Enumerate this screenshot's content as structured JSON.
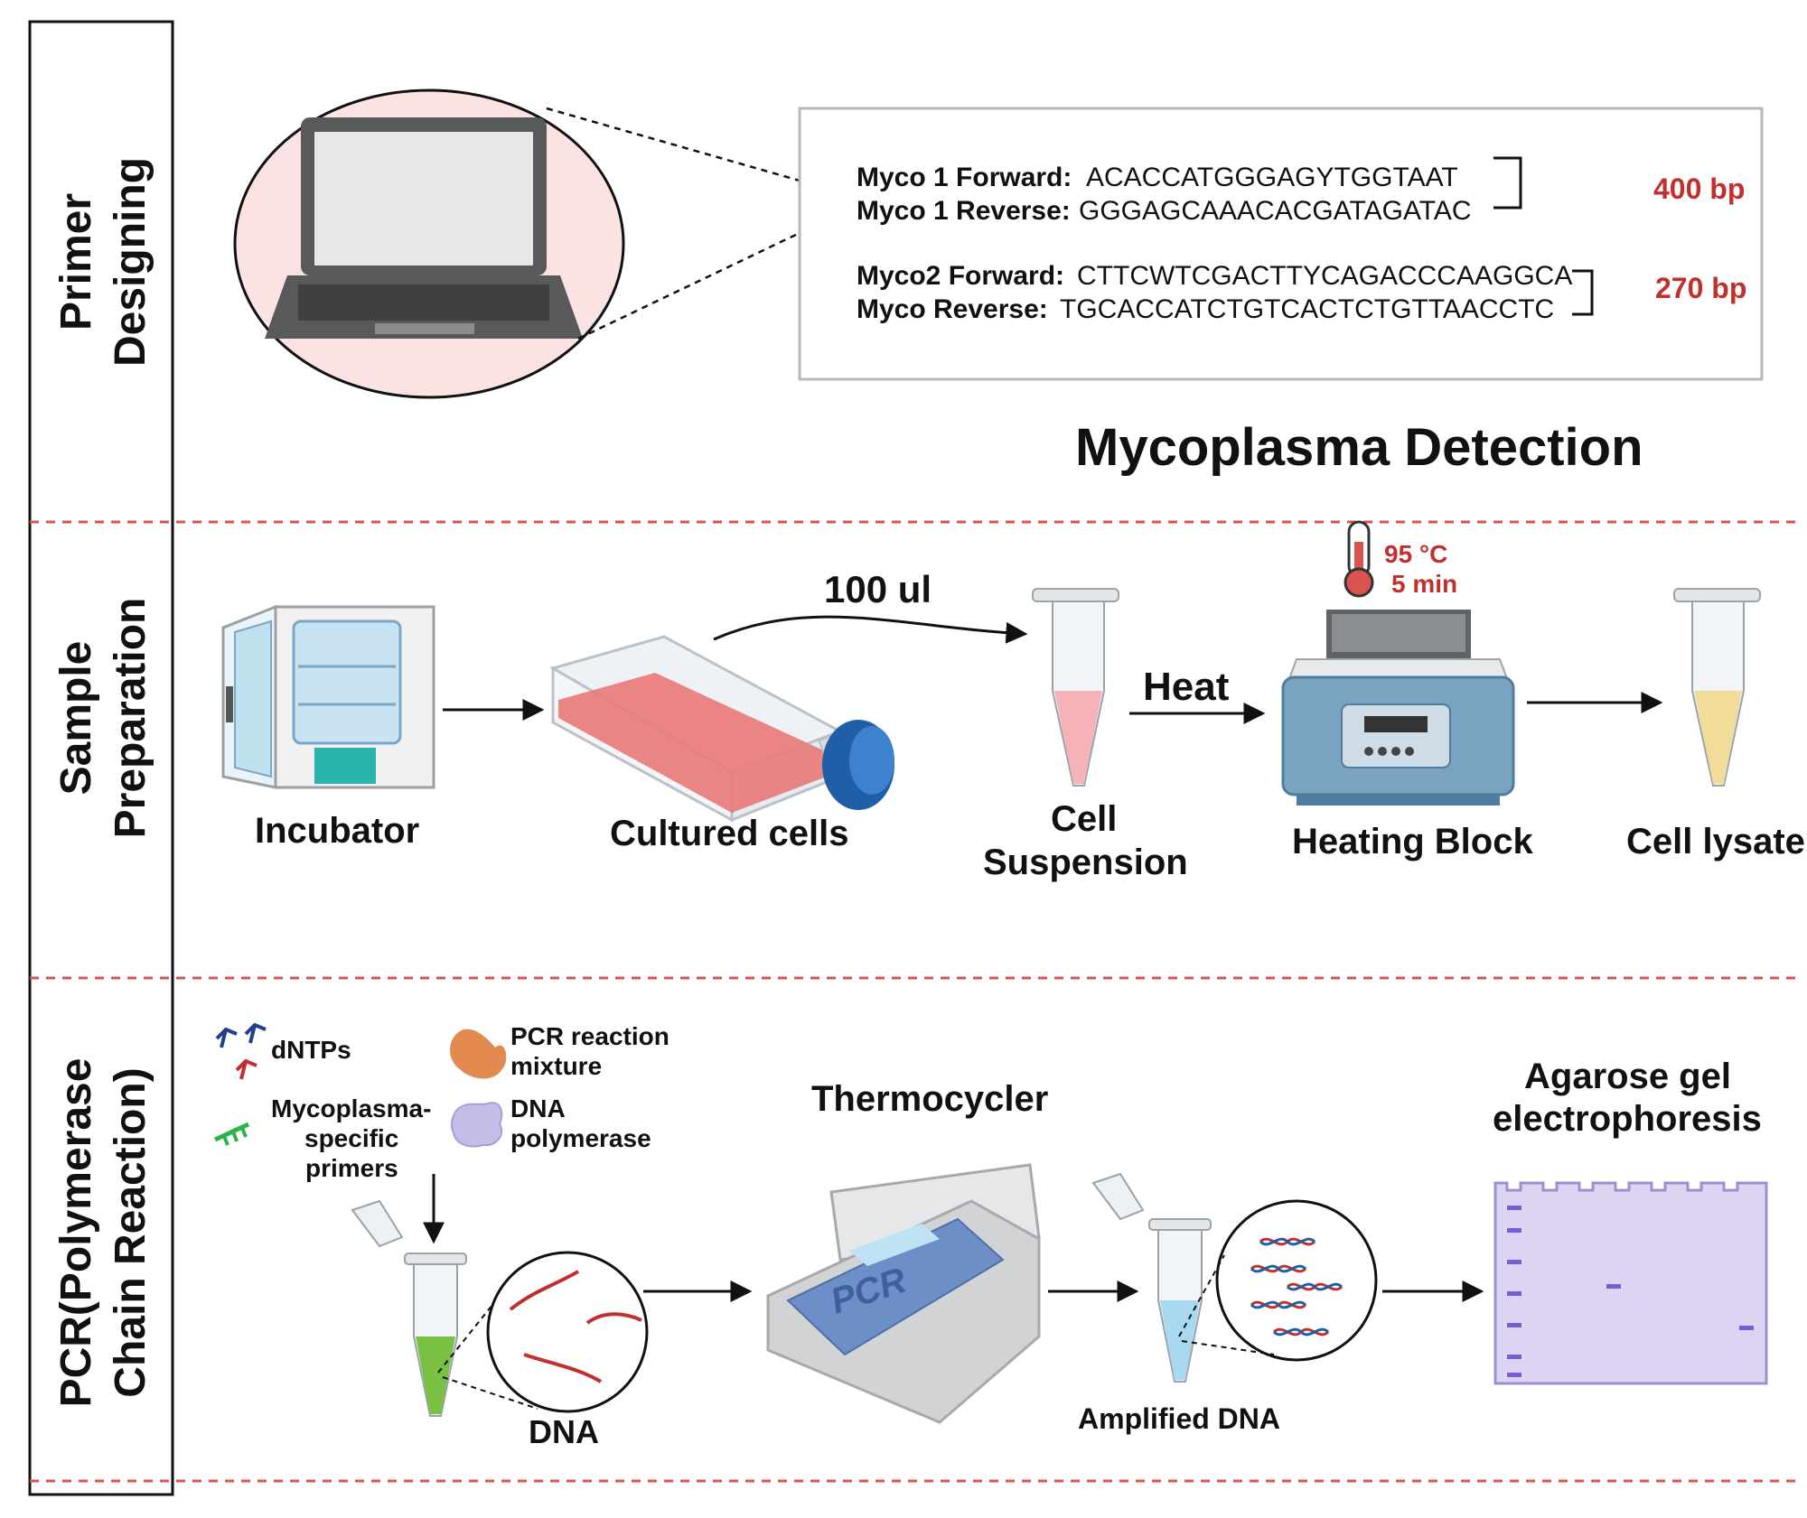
{
  "title": "Mycoplasma Detection",
  "sections": {
    "primer": "Primer Designing",
    "primer_lines": [
      "Primer",
      "Designing"
    ],
    "sample_lines": [
      "Sample",
      "Preparation"
    ],
    "pcr_lines": [
      "PCR(Polymerase",
      "Chain Reaction)"
    ]
  },
  "primers": [
    {
      "name": "Myco 1 Forward:",
      "seq": "ACACCATGGGAGYTGGTAAT"
    },
    {
      "name": "Myco 1 Reverse:",
      "seq": "GGGAGCAAACACGATAGATAC"
    },
    {
      "name": "Myco2 Forward:",
      "seq": "CTTCWTCGACTTYCAGACCCAAGGCA"
    },
    {
      "name": "Myco Reverse:",
      "seq": "TGCACCATCTGTCACTCTGTTAACCTC"
    }
  ],
  "product_sizes": [
    "400 bp",
    "270 bp"
  ],
  "sample_prep": {
    "volume": "100 ul",
    "heat": "Heat",
    "temperature": "95 °C",
    "time": "5 min",
    "labels": {
      "incubator": "Incubator",
      "cultured": "Cultured cells",
      "suspension_1": "Cell",
      "suspension_2": "Suspension",
      "heating_block": "Heating Block",
      "lysate": "Cell lysate"
    }
  },
  "pcr": {
    "dntps": "dNTPs",
    "primers_1": "Mycoplasma-",
    "primers_2": "specific",
    "primers_3": "primers",
    "mixture_1": "PCR reaction",
    "mixture_2": "mixture",
    "polymerase_1": "DNA",
    "polymerase_2": "polymerase",
    "thermocycler": "Thermocycler",
    "machine_text": "PCR",
    "dna": "DNA",
    "amplified": "Amplified DNA",
    "gel_1": "Agarose gel",
    "gel_2": "electrophoresis"
  },
  "colors": {
    "accent_red": "#c0302e",
    "divider": "#d9534f",
    "media_pink": "#e97b7b",
    "lysate": "#f1dc9a",
    "pcr_green": "#7ac143",
    "amplified_blue": "#a9d8f1",
    "gel": "#ddd4f3"
  }
}
